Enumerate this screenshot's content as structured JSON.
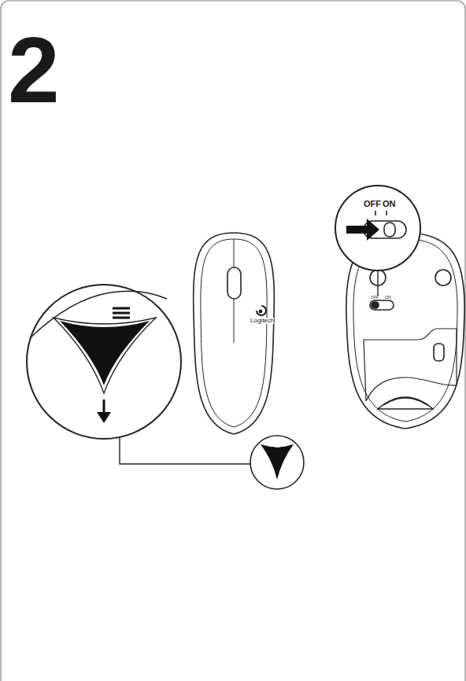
{
  "diagram": {
    "labels": [
      "2",
      "OFF",
      "ON",
      "OFF",
      "ON",
      "Logitech"
    ]
  }
}
